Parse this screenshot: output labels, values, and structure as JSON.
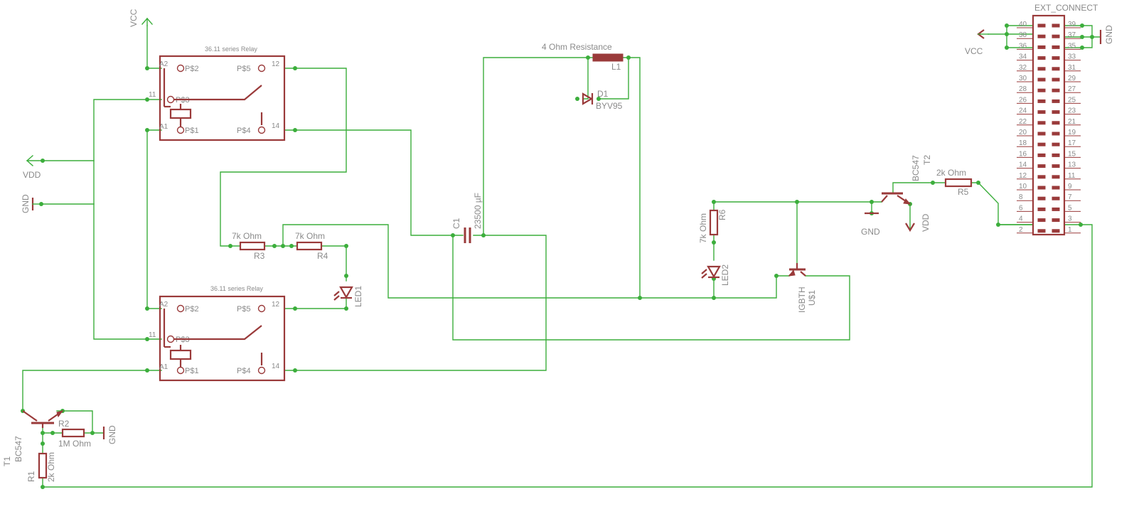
{
  "relay1": {
    "title": "36.11 series Relay",
    "A2": "A2",
    "P2": "P$2",
    "P5": "P$5",
    "n12": "12",
    "n11": "11",
    "P3": "P$3",
    "A1": "A1",
    "P1": "P$1",
    "P4": "P$4",
    "n14": "14"
  },
  "relay2": {
    "title": "36.11 series Relay",
    "A2": "A2",
    "P2": "P$2",
    "P5": "P$5",
    "n12": "12",
    "n11": "11",
    "P3": "P$3",
    "A1": "A1",
    "P1": "P$1",
    "P4": "P$4",
    "n14": "14"
  },
  "power": {
    "vcc_top": "VCC",
    "vdd_left": "VDD",
    "gnd_left": "GND",
    "gnd_t1": "GND",
    "gnd_t2": "GND",
    "vdd_t2": "VDD",
    "vcc_ext": "VCC",
    "gnd_ext": "GND"
  },
  "parts": {
    "L1_value": "4 Ohm Resistance",
    "L1_name": "L1",
    "D1_name": "D1",
    "D1_value": "BYV95",
    "C1_name": "C1",
    "C1_value": "23500 µF",
    "R3_value": "7k Ohm",
    "R3_name": "R3",
    "R4_value": "7k Ohm",
    "R4_name": "R4",
    "LED1_name": "LED1",
    "R6_value": "7k Ohm",
    "R6_name": "R6",
    "LED2_name": "LED2",
    "U1_value": "IGBTH",
    "U1_name": "U$1",
    "T2_value": "BC547",
    "T2_name": "T2",
    "R5_value": "2k Ohm",
    "R5_name": "R5",
    "T1_name": "T1",
    "T1_value": "BC547",
    "R2_name": "R2",
    "R2_value": "1M Ohm",
    "R1_name": "R1",
    "R1_value": "2k Ohm"
  },
  "connector": {
    "title": "EXT_CONNECT",
    "left_pins": [
      "40",
      "38",
      "36",
      "34",
      "32",
      "30",
      "28",
      "26",
      "24",
      "22",
      "20",
      "18",
      "16",
      "14",
      "12",
      "10",
      "8",
      "6",
      "4",
      "2"
    ],
    "right_pins": [
      "39",
      "37",
      "35",
      "33",
      "31",
      "29",
      "27",
      "25",
      "23",
      "21",
      "19",
      "17",
      "15",
      "13",
      "11",
      "9",
      "7",
      "5",
      "3",
      "1"
    ]
  },
  "colors": {
    "wire": "#3cae3c",
    "part": "#9a3a3a",
    "label": "#8a8a8a"
  }
}
